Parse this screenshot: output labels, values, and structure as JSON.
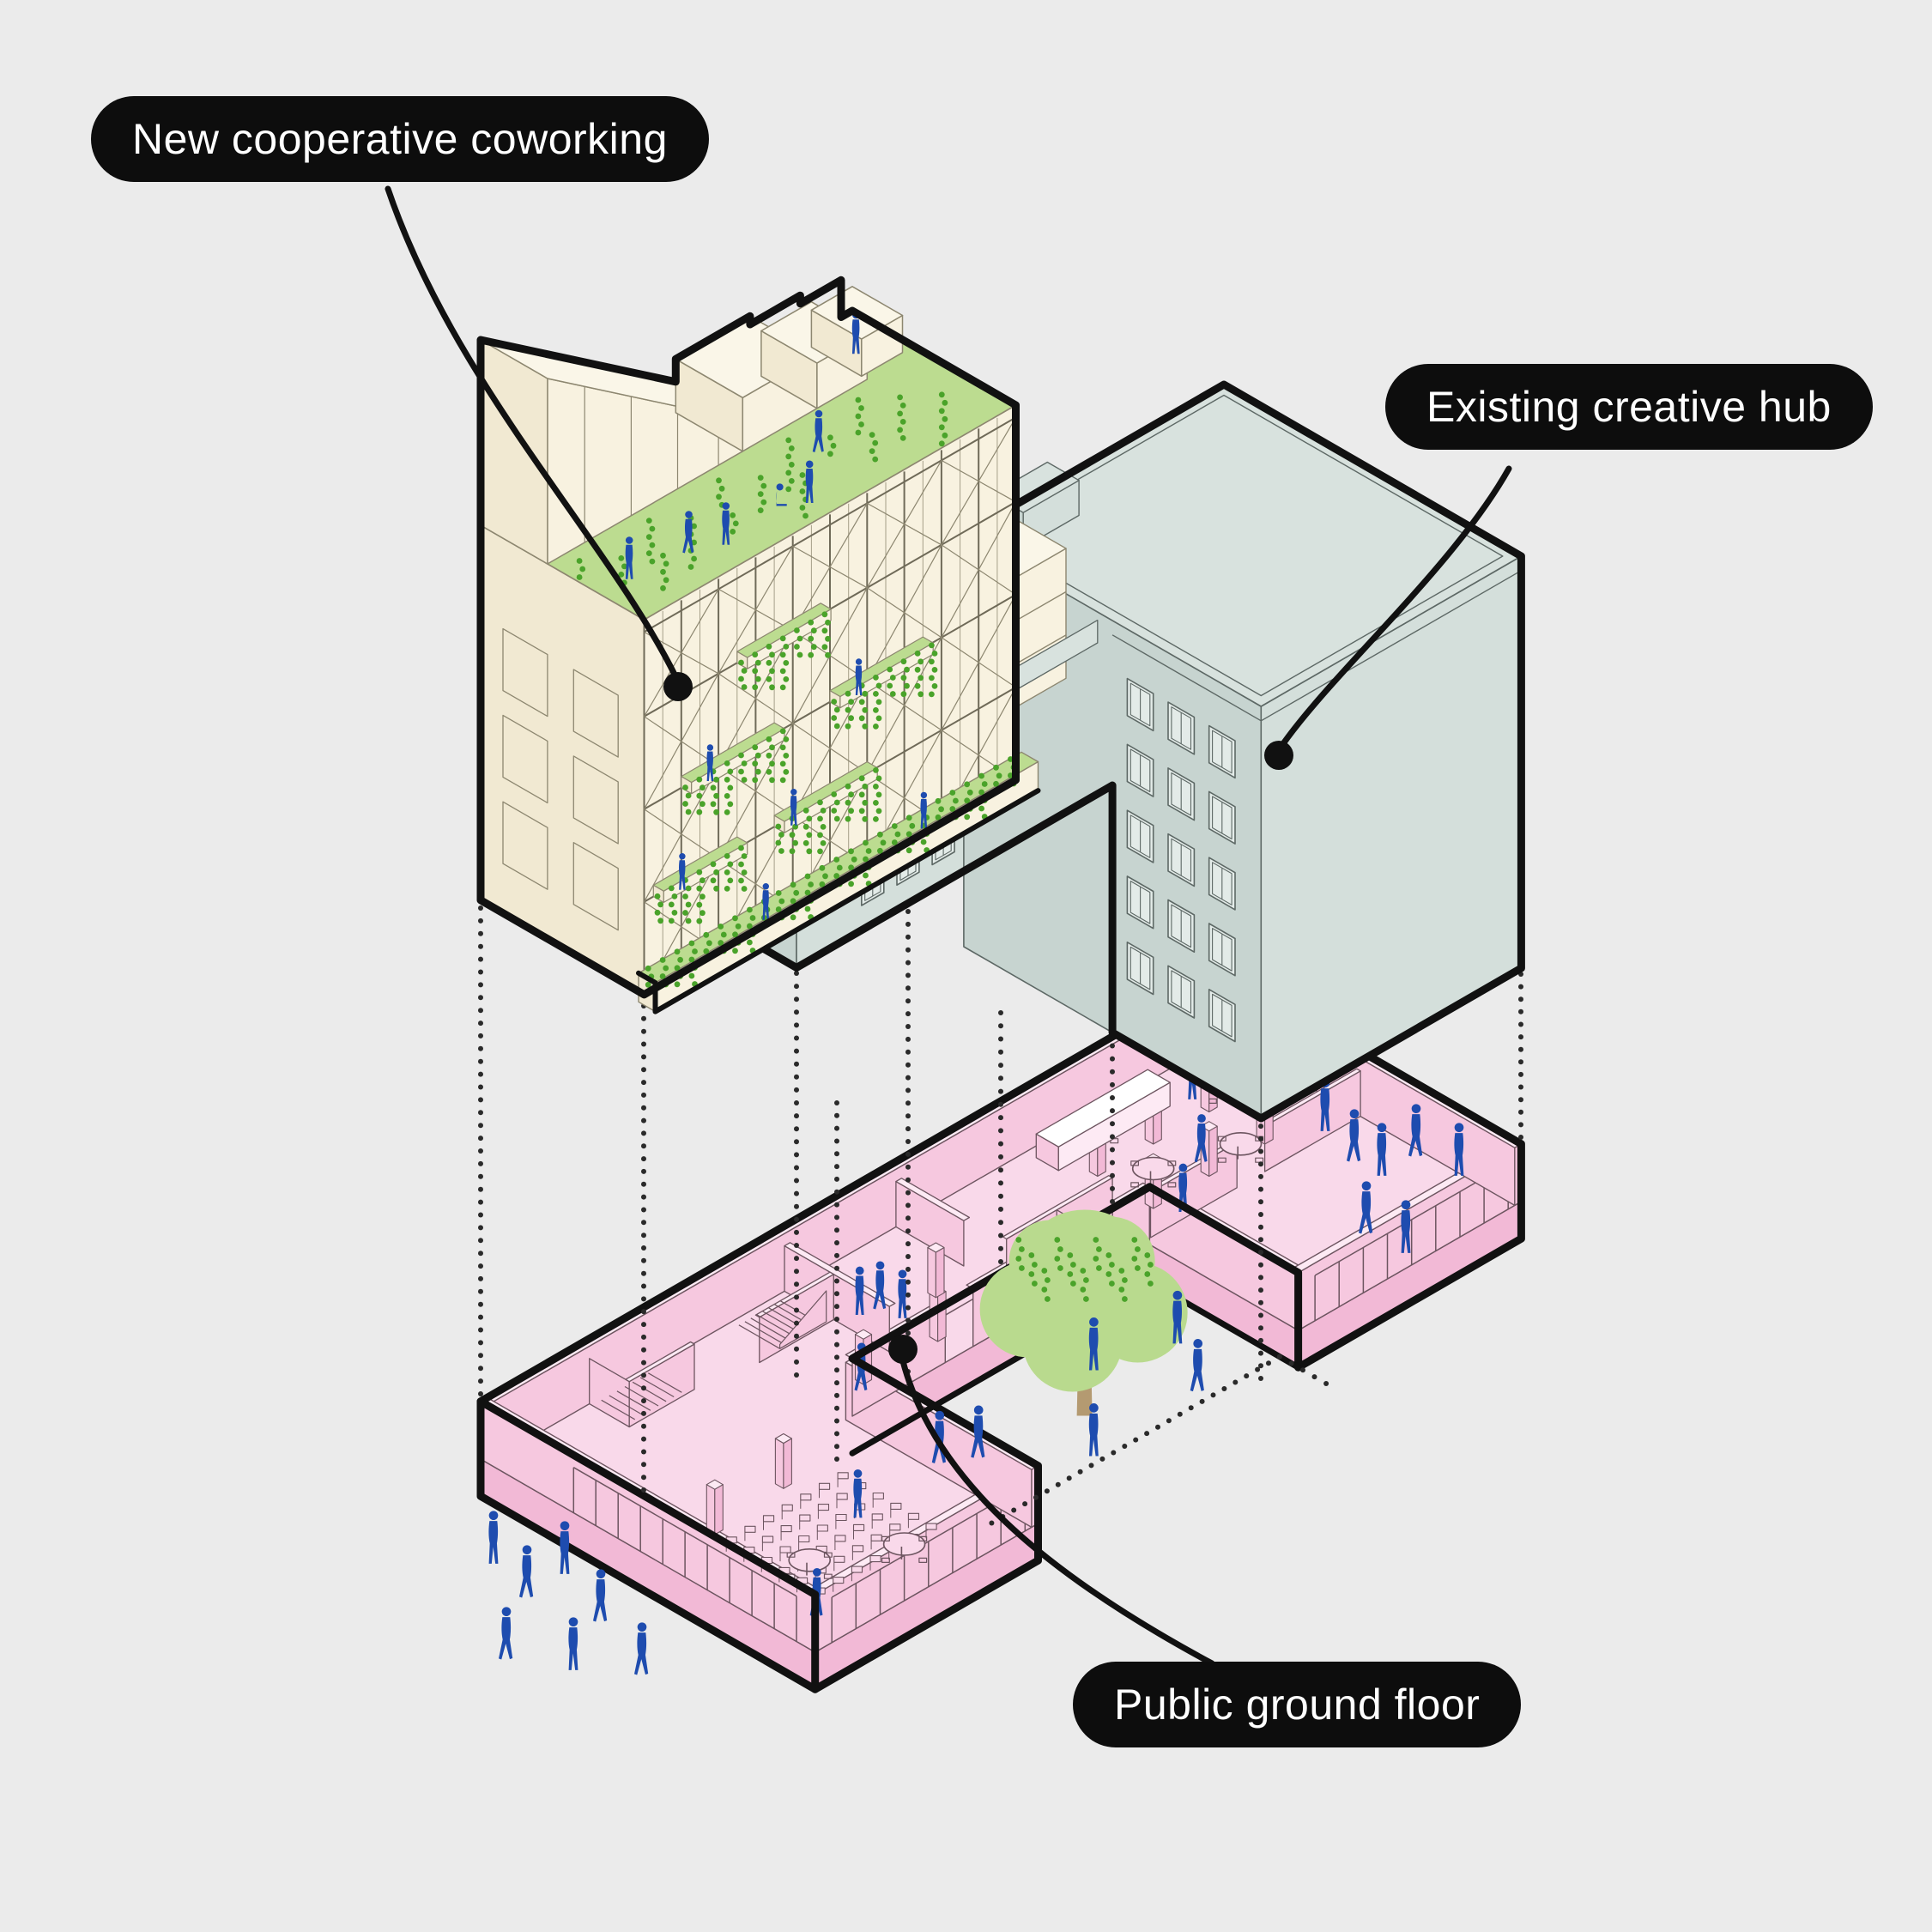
{
  "diagram": {
    "type": "exploded-axonometric-architecture-diagram",
    "annotations": [
      {
        "id": "coworking",
        "label": "New cooperative coworking"
      },
      {
        "id": "hub",
        "label": "Existing creative hub"
      },
      {
        "id": "ground",
        "label": "Public ground floor"
      }
    ],
    "icons": {
      "person": "person-icon",
      "tree": "tree-icon",
      "annotation_dot": "annotation-dot"
    },
    "colors": {
      "background": "#ebebeb",
      "label_bg": "#0d0d0d",
      "label_text": "#ffffff",
      "outline": "#111111",
      "cream_wall": "#f8f2e0",
      "cream_end": "#f1e9d2",
      "cream_top": "#faf6e8",
      "cream_line": "#8d8770",
      "green": "#bcdc90",
      "green_dot": "#4aa32a",
      "gray_wall": "#d4dfdb",
      "gray_end": "#c7d4d0",
      "gray_roof": "#d8e2de",
      "gray_line": "#5d6865",
      "window_glass": "#e3ebe8",
      "pink_floor": "#f9d9ea",
      "pink_wall": "#f6c8df",
      "pink_wall_top": "#fdeaf4",
      "pink_side": "#f2b9d6",
      "pink_line": "#6d5560",
      "people_blue": "#1e4caf",
      "tree_foliage": "#b9da8e",
      "tree_trunk": "#b49a71",
      "dotted_line": "#2a2a2a"
    }
  }
}
